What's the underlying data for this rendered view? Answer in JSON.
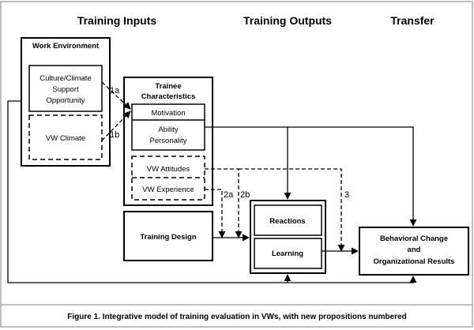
{
  "headers": {
    "inputs": "Training Inputs",
    "outputs": "Training Outputs",
    "transfer": "Transfer"
  },
  "work_environment": {
    "title": "Work Environment",
    "culture_line1": "Culture/Climate",
    "culture_line2": "Support",
    "culture_line3": "Opportunity",
    "vw_climate": "VW Climate"
  },
  "trainee": {
    "title_line1": "Trainee",
    "title_line2": "Characteristics",
    "motivation": "Motivation",
    "ability_line1": "Ability",
    "ability_line2": "Personality",
    "vw_attitudes": "VW Attitudes",
    "vw_experience": "VW Experience"
  },
  "training_design": "Training Design",
  "outputs": {
    "reactions": "Reactions",
    "learning": "Learning"
  },
  "behavioral": {
    "line1": "Behavioral Change",
    "line2": "and",
    "line3": "Organizational Results"
  },
  "propositions": {
    "p1a": "1a",
    "p1b": "1b",
    "p2a": "2a",
    "p2b": "2b",
    "p3": "3"
  },
  "caption": "Figure 1. Integrative model of training evaluation in VWs, with new propositions numbered"
}
